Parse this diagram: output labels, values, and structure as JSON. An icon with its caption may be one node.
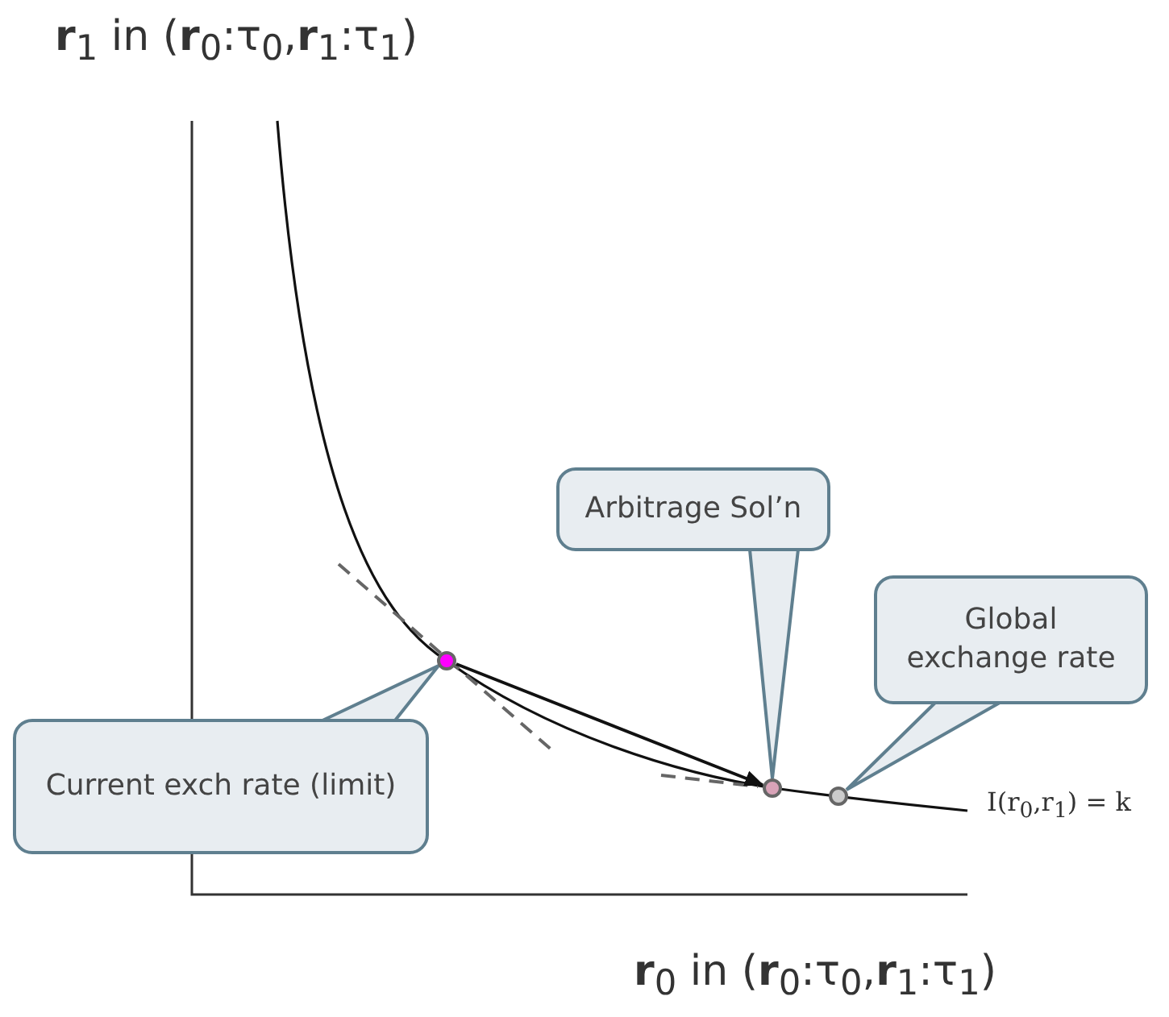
{
  "diagram": {
    "nodes": [
      {
        "text": [
          "Arbitrage Sol’n"
        ]
      },
      {
        "text": [
          "Global exchange rate"
        ]
      },
      {
        "text": [],
        "shape": "circle"
      },
      {
        "text": [
          "Current exch rate (limit)"
        ]
      },
      {
        "text": [],
        "shape": "circle"
      },
      {
        "text": [],
        "shape": "circle"
      }
    ],
    "edges": [
      {
        "from": 0,
        "to": 4,
        "arrow": "none"
      },
      {
        "from": 1,
        "to": 5,
        "arrow": "none"
      },
      {
        "from": 3,
        "to": 2,
        "arrow": "none"
      },
      {
        "from": 2,
        "to": 4,
        "arrow": "to",
        "color": "#111111"
      }
    ],
    "labels": [
      "**r**$_{1}$ in (**r**$_{0}$:τ$_{0}$,**r**$_{1}$:τ$_{1}$)",
      "I(r$_{0}$,r$_{1}$) = k",
      "**r**$_{0}$ in (**r**$_{0}$:τ$_{0}$,**r**$_{1}$:τ$_{1}$)"
    ]
  }
}
